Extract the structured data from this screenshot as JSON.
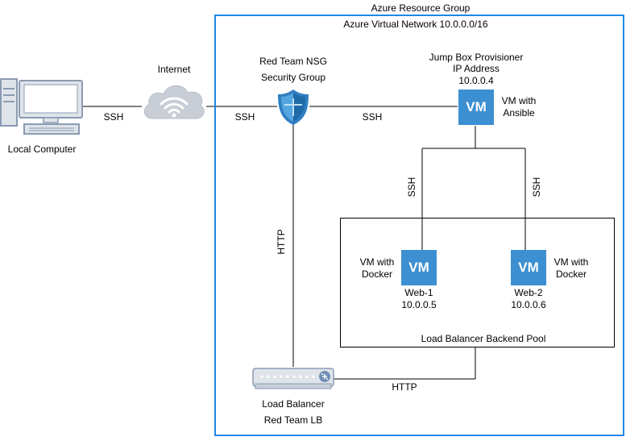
{
  "resource_group": {
    "label": "Azure Resource Group"
  },
  "vnet": {
    "label": "Azure Virtual Network 10.0.0.0/16"
  },
  "local_computer": {
    "label": "Local Computer",
    "icon": "desktop-computer-icon"
  },
  "internet": {
    "label": "Internet",
    "icon": "cloud-wifi-icon"
  },
  "nsg": {
    "line1": "Red Team NSG",
    "line2": "Security Group",
    "icon": "shield-icon"
  },
  "jump_box": {
    "line1": "Jump Box Provisioner",
    "line2": "IP Address",
    "line3": "10.0.0.4",
    "vm_text": "VM",
    "side1": "VM with",
    "side2": "Ansible"
  },
  "web1": {
    "vm_text": "VM",
    "side1": "VM with",
    "side2": "Docker",
    "name": "Web-1",
    "ip": "10.0.0.5"
  },
  "web2": {
    "vm_text": "VM",
    "side1": "VM with",
    "side2": "Docker",
    "name": "Web-2",
    "ip": "10.0.0.6"
  },
  "backend_pool": {
    "label": "Load Balancer Backend Pool"
  },
  "load_balancer": {
    "line1": "Load Balancer",
    "line2": "Red Team LB",
    "icon": "load-balancer-icon"
  },
  "connections": {
    "local_internet": "SSH",
    "internet_nsg": "SSH",
    "nsg_jump": "SSH",
    "jump_web1": "SSH",
    "jump_web2": "SSH",
    "nsg_lb": "HTTP",
    "lb_pool": "HTTP"
  },
  "colors": {
    "vnet_border": "#1e88e5",
    "vm_fill": "#3c8fd1",
    "shield": "#2f7fc1",
    "icon_gray": "#8a9bb3"
  }
}
